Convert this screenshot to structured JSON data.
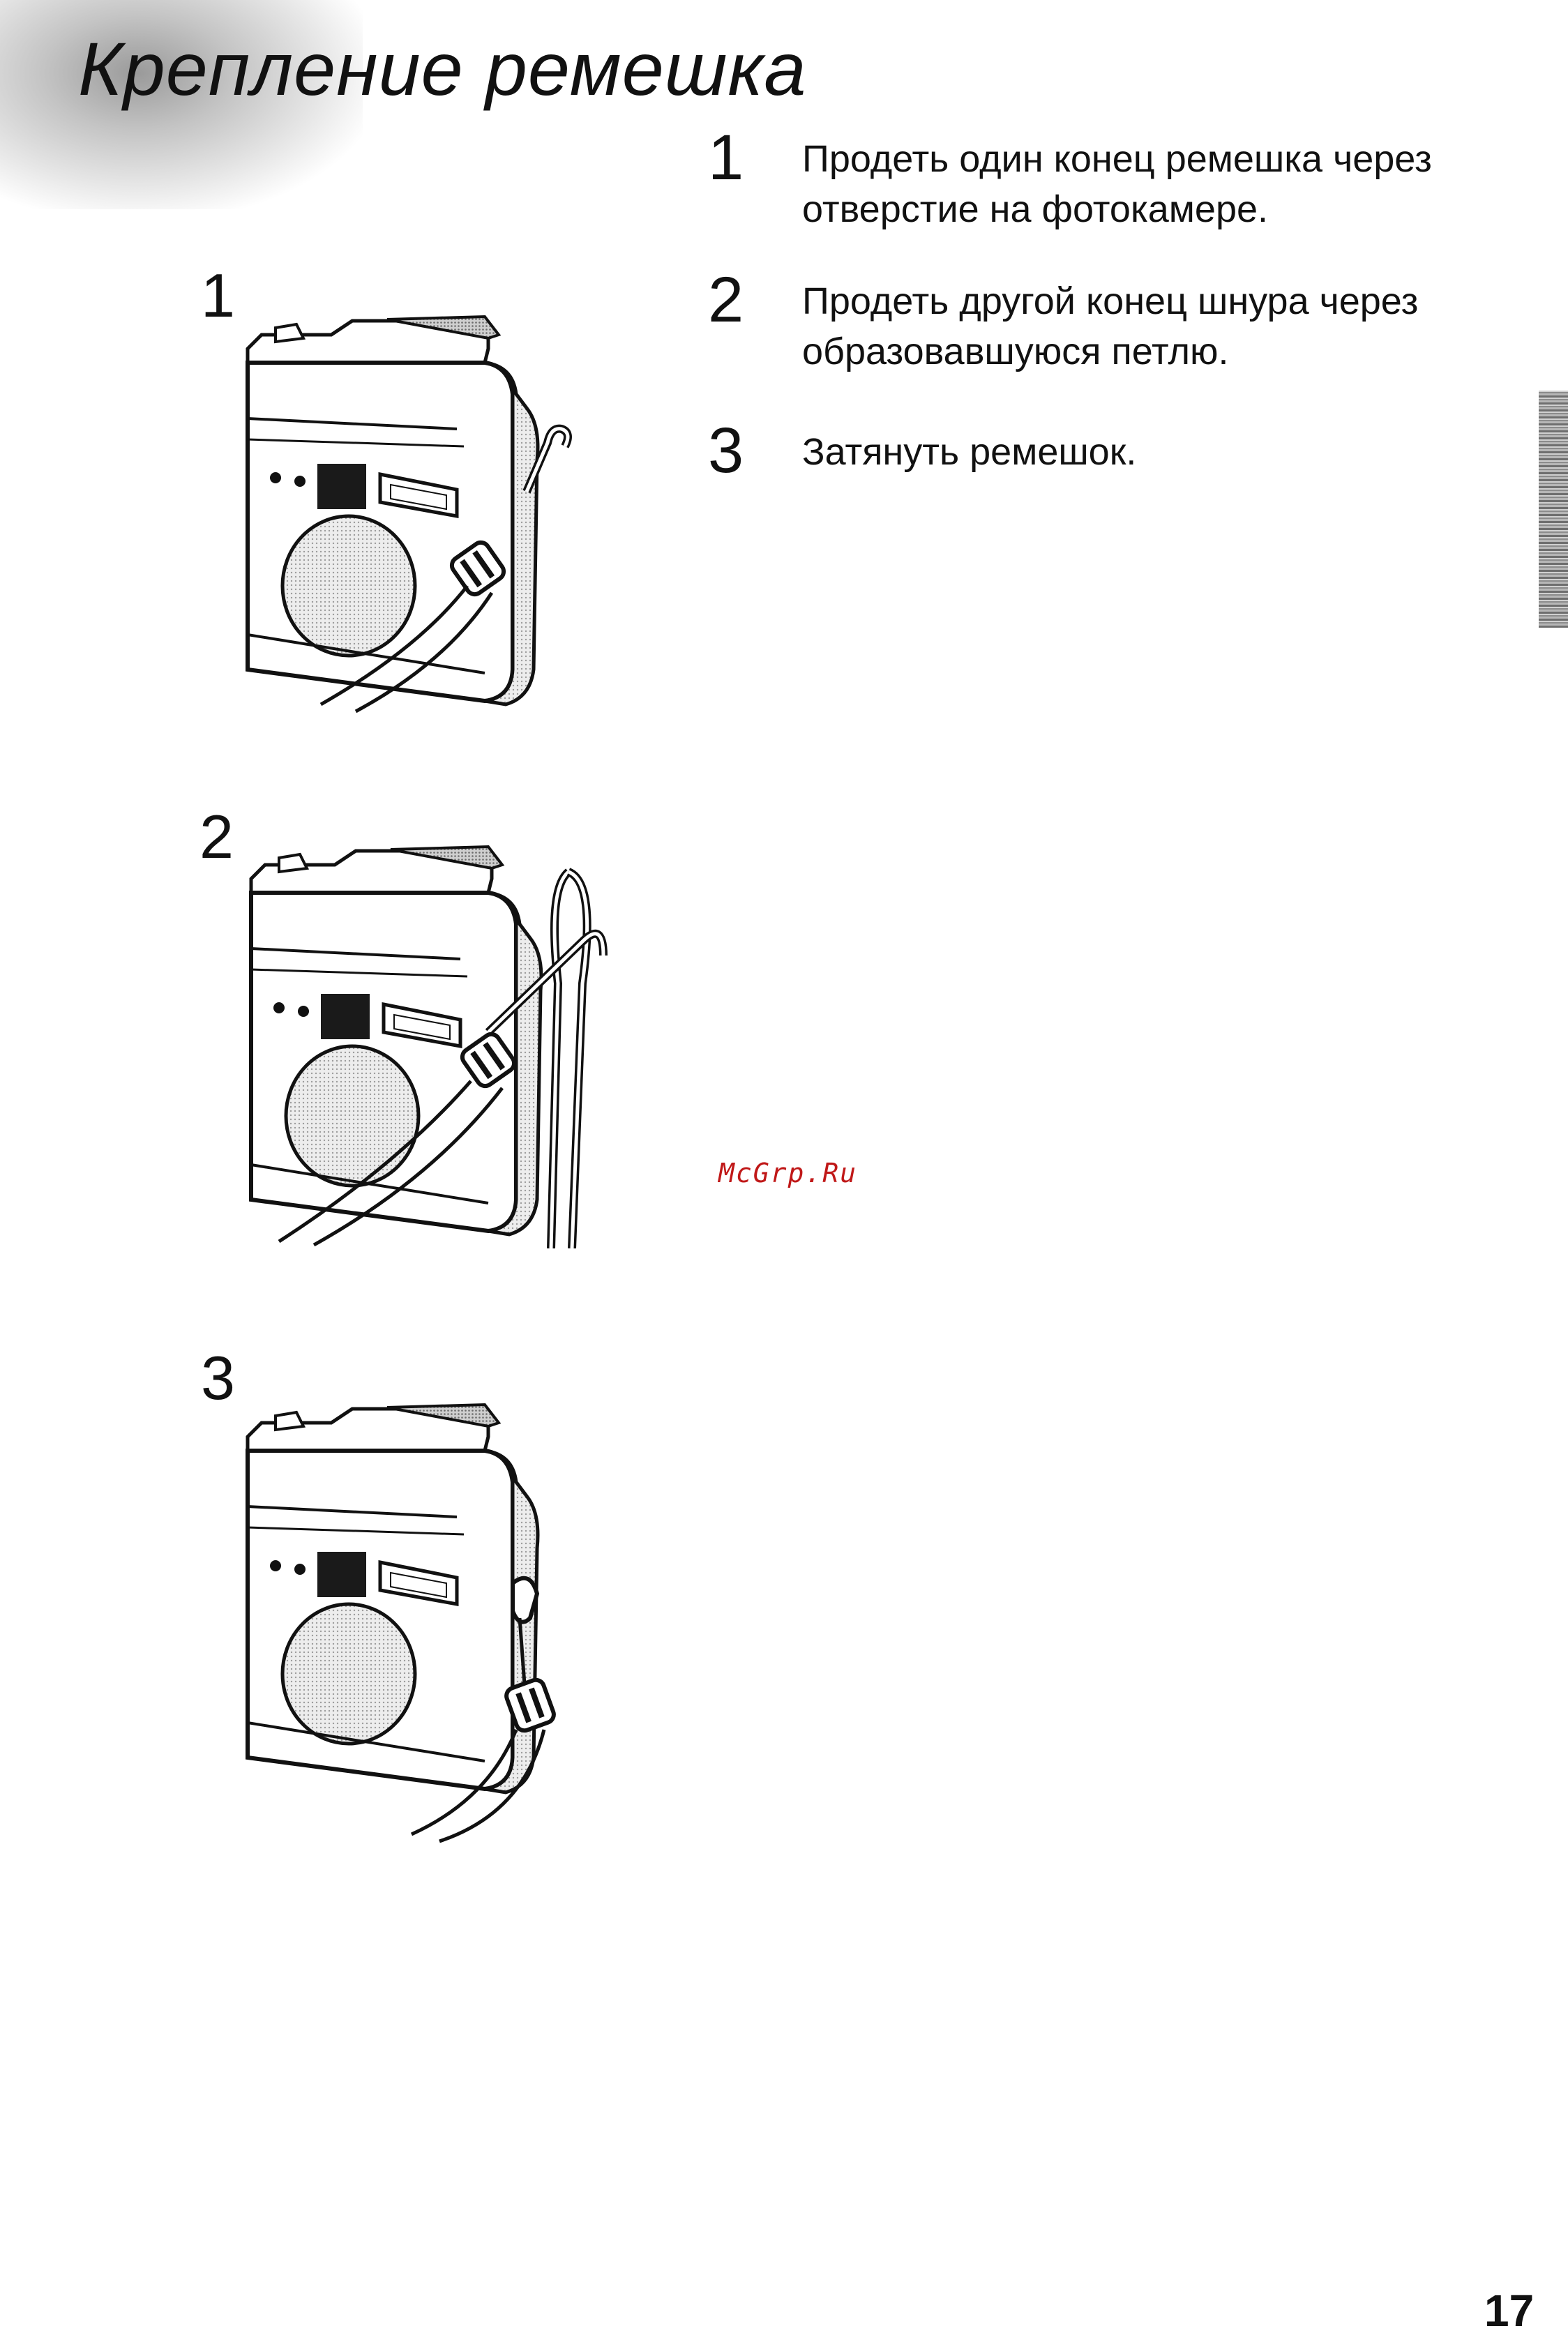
{
  "title": "Крепление ремешка",
  "steps": [
    {
      "number": "1",
      "text": "Продеть один конец ремешка через отверстие на фотокамере."
    },
    {
      "number": "2",
      "text": "Продеть другой конец шнура через образовавшуюся петлю."
    },
    {
      "number": "3",
      "text": "Затянуть ремешок."
    }
  ],
  "figures": [
    {
      "label": "1"
    },
    {
      "label": "2"
    },
    {
      "label": "3"
    }
  ],
  "watermark": "McGrp.Ru",
  "page_number": "17"
}
